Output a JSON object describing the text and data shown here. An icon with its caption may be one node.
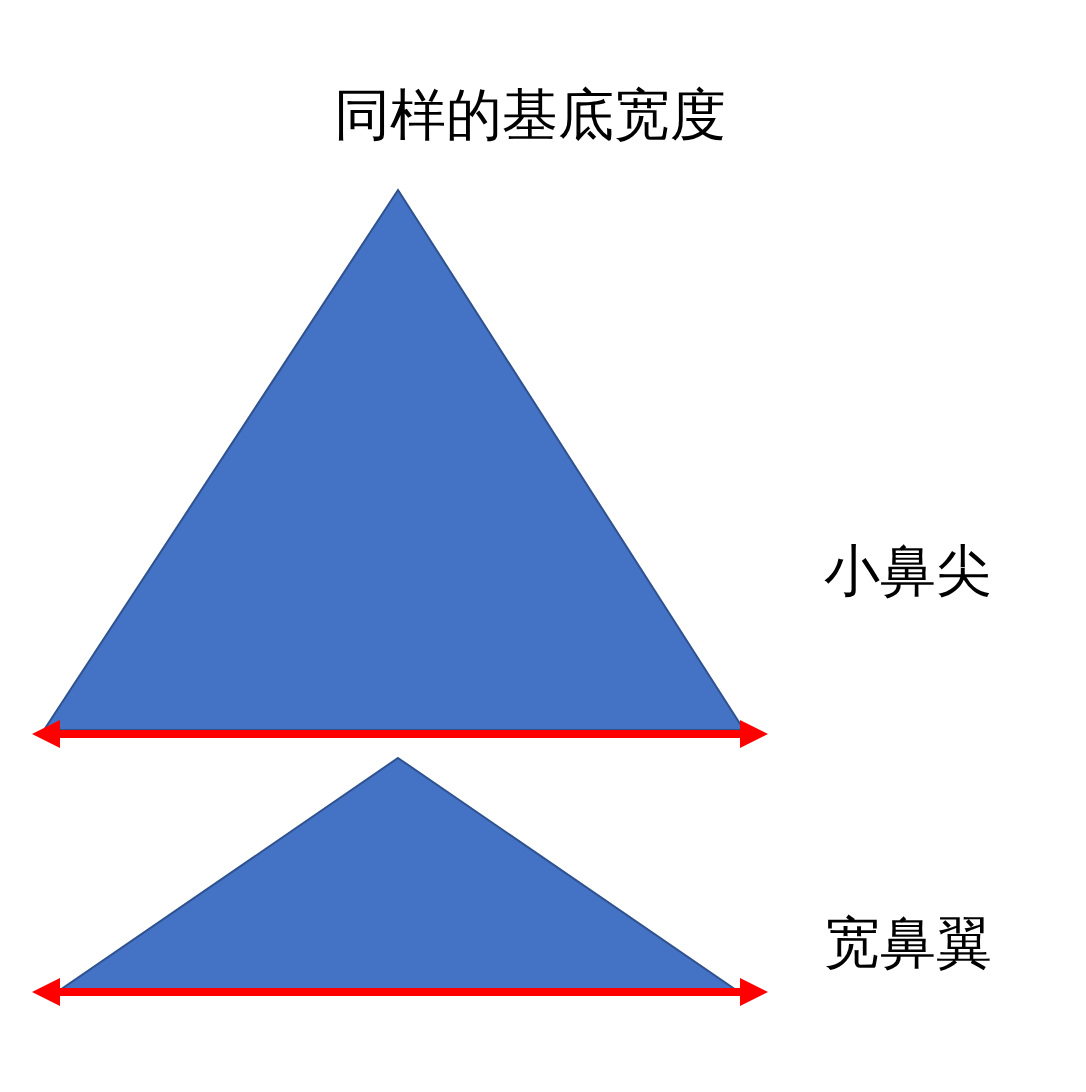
{
  "diagram": {
    "title": "同样的基底宽度",
    "nodes": [
      {
        "text": [],
        "shape": "triangle",
        "beside": [
          "小鼻尖"
        ]
      },
      {
        "text": [],
        "shape": "triangle",
        "beside": [
          "宽鼻翼"
        ]
      }
    ],
    "edges": []
  }
}
